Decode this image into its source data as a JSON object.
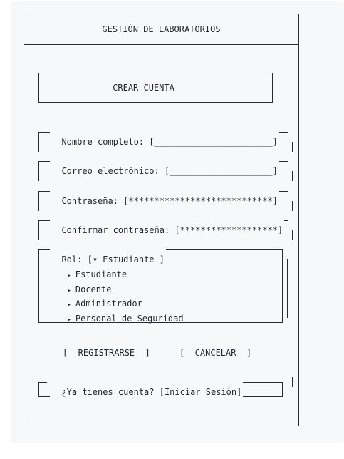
{
  "header": {
    "title": "GESTIÓN DE LABORATORIOS"
  },
  "card": {
    "title": "CREAR CUENTA"
  },
  "form": {
    "name": {
      "label": "Nombre completo:",
      "value": "[_______________________]"
    },
    "email": {
      "label": "Correo electrónico:",
      "value": "[____________________]"
    },
    "password": {
      "label": "Contraseña:",
      "value": "[****************************]"
    },
    "confirm": {
      "label": "Confirmar contraseña:",
      "value": "[*******************]"
    },
    "role": {
      "label": "Rol:",
      "selected": "[▾ Estudiante ]",
      "options": [
        "Estudiante",
        "Docente",
        "Administrador",
        "Personal de Seguridad"
      ]
    }
  },
  "actions": {
    "register": "[  REGISTRARSE  ]",
    "cancel": "[  CANCELAR  ]"
  },
  "footer": {
    "question": "¿Ya tienes cuenta?",
    "login": "[Iniciar Sesión]"
  }
}
